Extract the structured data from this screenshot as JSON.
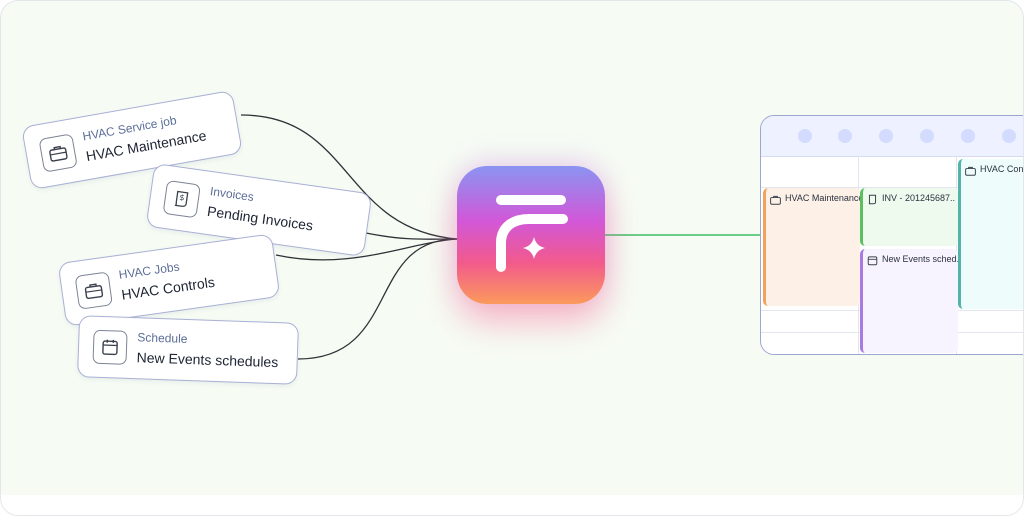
{
  "sources": [
    {
      "category": "HVAC Service job",
      "title": "HVAC Maintenance",
      "icon": "briefcase-icon"
    },
    {
      "category": "Invoices",
      "title": "Pending Invoices",
      "icon": "invoice-icon"
    },
    {
      "category": "HVAC Jobs",
      "title": "HVAC Controls",
      "icon": "briefcase-icon"
    },
    {
      "category": "Schedule",
      "title": "New Events schedules",
      "icon": "calendar-icon"
    }
  ],
  "calendar": {
    "events": [
      {
        "label": "HVAC Maintenance",
        "icon": "briefcase-icon",
        "accent": "#f2a35b",
        "fill": "#fdf1e7"
      },
      {
        "label": "INV - 201245687..",
        "icon": "invoice-icon",
        "accent": "#5bbf62",
        "fill": "#eefaee"
      },
      {
        "label": "New Events sched..",
        "icon": "calendar-icon",
        "accent": "#a77be0",
        "fill": "#f8f4ff"
      },
      {
        "label": "HVAC Contro",
        "icon": "briefcase-icon",
        "accent": "#54b3a8",
        "fill": "#eefcfc"
      }
    ]
  },
  "colors": {
    "background": "#f6fcf4",
    "card_border": "#a9b0d4",
    "connector_line": "#2f3338",
    "output_line": "#3bbf63"
  }
}
